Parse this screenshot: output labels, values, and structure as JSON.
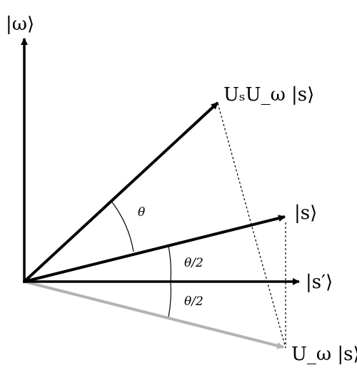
{
  "diagram": {
    "labels": {
      "omega": "|ω⟩",
      "us_uw_s": "UₛU_ω |s⟩",
      "s": "|s⟩",
      "s_prime": "|s′⟩",
      "uw_s": "U_ω |s⟩",
      "theta": "θ",
      "theta_half_upper": "θ/2",
      "theta_half_lower": "θ/2"
    },
    "colors": {
      "vector": "#000000",
      "reflected_vector": "#b3b3b3",
      "dotted_line": "#000000"
    }
  }
}
